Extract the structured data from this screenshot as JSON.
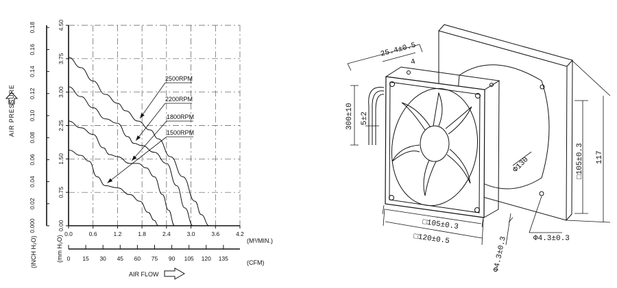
{
  "colors": {
    "ink": "#111111",
    "grid": "#555555",
    "paper": "#ffffff"
  },
  "chart_data": {
    "type": "line",
    "title": "",
    "xlabel": "AIR FLOW",
    "ylabel": "AIR PRESSURE",
    "x_unit_primary": "(M³/MIN.)",
    "x_unit_secondary": "(CFM)",
    "y_unit_inch": "(INCH H₂O)",
    "y_unit_mm": "(mm H₂O)",
    "xlim": [
      0,
      4.2
    ],
    "ylim": [
      0,
      4.5
    ],
    "x_ticks": [
      "0.0",
      "0.6",
      "1.2",
      "1.8",
      "2.4",
      "3.0",
      "3.6",
      "4.2"
    ],
    "x_ticks_cfm": [
      "0",
      "15",
      "30",
      "45",
      "60",
      "75",
      "90",
      "105",
      "120",
      "135"
    ],
    "y_ticks_mm": [
      "0.00",
      "0.75",
      "1.50",
      "2.25",
      "3.00",
      "3.75",
      "4.50"
    ],
    "y_ticks_inch": [
      "0.000",
      "0.02",
      "0.04",
      "0.06",
      "0.08",
      "0.10",
      "0.12",
      "0.14",
      "0.16",
      "0.18"
    ],
    "grid": true,
    "series": [
      {
        "name": "2500RPM",
        "x": [
          0.0,
          0.3,
          0.6,
          0.9,
          1.2,
          1.4,
          1.7,
          2.0,
          2.2,
          2.5,
          2.8,
          3.1,
          3.25,
          3.45
        ],
        "y": [
          3.78,
          3.55,
          3.25,
          2.95,
          2.75,
          2.58,
          2.35,
          2.15,
          1.95,
          1.55,
          1.1,
          0.55,
          0.25,
          0.0
        ]
      },
      {
        "name": "2200RPM",
        "x": [
          0.0,
          0.3,
          0.6,
          0.9,
          1.2,
          1.45,
          1.6,
          1.8,
          2.1,
          2.4,
          2.65,
          2.85,
          3.05
        ],
        "y": [
          3.12,
          2.9,
          2.65,
          2.4,
          2.3,
          2.0,
          1.85,
          1.8,
          1.65,
          1.4,
          0.9,
          0.4,
          0.0
        ]
      },
      {
        "name": "1800RPM",
        "x": [
          0.0,
          0.3,
          0.6,
          0.85,
          1.0,
          1.2,
          1.5,
          1.7,
          1.9,
          2.1,
          2.3,
          2.45,
          2.6
        ],
        "y": [
          2.35,
          2.2,
          2.05,
          1.75,
          1.6,
          1.55,
          1.4,
          1.4,
          1.3,
          1.1,
          0.7,
          0.35,
          0.0
        ]
      },
      {
        "name": "1500RPM",
        "x": [
          0.0,
          0.3,
          0.5,
          0.7,
          0.9,
          1.2,
          1.5,
          1.75,
          1.95,
          2.1,
          2.2
        ],
        "y": [
          1.7,
          1.58,
          1.45,
          1.1,
          0.9,
          0.85,
          0.7,
          0.55,
          0.3,
          0.12,
          0.0
        ]
      }
    ]
  },
  "drawing": {
    "dims": {
      "thickness": "25.4±0.5",
      "flange": "4",
      "lead_length": "300±10",
      "strip": "5±2",
      "hole_pitch_top": "□105±0.3",
      "frame_top": "□120±0.5",
      "hole_pitch_side": "□105±0.3",
      "frame_side": "117",
      "cutout": "Φ130",
      "hole_left": "Φ4.3±0.3",
      "hole_right": "Φ4.3±0.3"
    }
  }
}
